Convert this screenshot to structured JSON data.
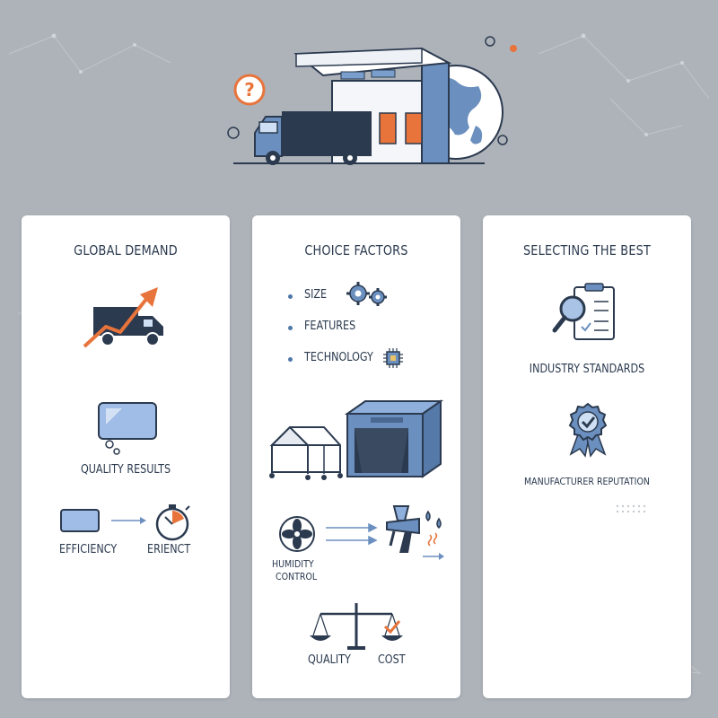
{
  "cards": {
    "global": {
      "title": "GLOBAL DEMAND",
      "quality_results": "QUALITY RESULTS",
      "efficiency_left": "EFFICIENCY",
      "efficiency_right": "ERIENCT"
    },
    "choice": {
      "title": "CHOICE FACTORS",
      "bullets": [
        "SIZE",
        "FEATURES",
        "TECHNOLOGY"
      ],
      "humidity_line1": "HUMIDITY",
      "humidity_line2": "CONTROL",
      "quality": "QUALITY",
      "cost": "COST"
    },
    "best": {
      "title": "SELECTING THE BEST",
      "industry": "INDUSTRY STANDARDS",
      "reputation": "MANUFACTURER REPUTATION"
    }
  },
  "colors": {
    "background": "#aeb3ba",
    "card": "#ffffff",
    "navy": "#2b3a4f",
    "blue": "#6b8fbf",
    "light_blue": "#a9c3e6",
    "orange": "#e8743b"
  },
  "icons": [
    "truck-icon",
    "building-icon",
    "globe-icon",
    "question-icon",
    "gears-icon",
    "chip-icon",
    "tent-icon",
    "booth-icon",
    "fan-icon",
    "spray-gun-icon",
    "scale-icon",
    "clipboard-search-icon",
    "badge-check-icon",
    "stopwatch-icon",
    "trend-arrow-icon"
  ]
}
